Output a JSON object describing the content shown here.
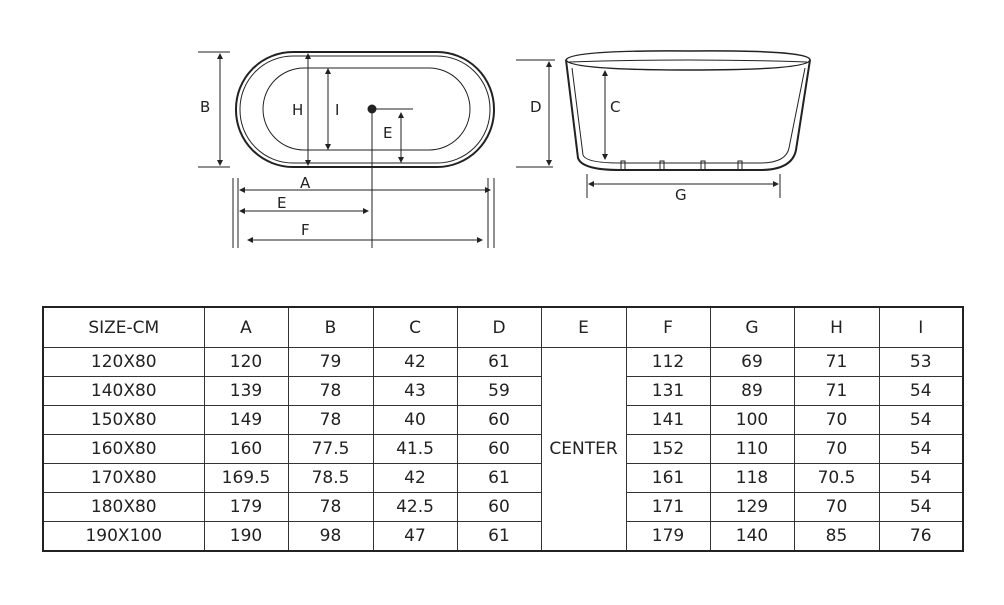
{
  "diagram": {
    "top_view_labels": {
      "B": "B",
      "H": "H",
      "I": "I",
      "E": "E",
      "A": "A",
      "E2": "E",
      "F": "F"
    },
    "side_view_labels": {
      "D": "D",
      "C": "C",
      "G": "G"
    }
  },
  "table": {
    "headers": [
      "SIZE-CM",
      "A",
      "B",
      "C",
      "D",
      "E",
      "F",
      "G",
      "H",
      "I"
    ],
    "e_value": "CENTER",
    "rows": [
      [
        "120X80",
        "120",
        "79",
        "42",
        "61",
        "112",
        "69",
        "71",
        "53"
      ],
      [
        "140X80",
        "139",
        "78",
        "43",
        "59",
        "131",
        "89",
        "71",
        "54"
      ],
      [
        "150X80",
        "149",
        "78",
        "40",
        "60",
        "141",
        "100",
        "70",
        "54"
      ],
      [
        "160X80",
        "160",
        "77.5",
        "41.5",
        "60",
        "152",
        "110",
        "70",
        "54"
      ],
      [
        "170X80",
        "169.5",
        "78.5",
        "42",
        "61",
        "161",
        "118",
        "70.5",
        "54"
      ],
      [
        "180X80",
        "179",
        "78",
        "42.5",
        "60",
        "171",
        "129",
        "70",
        "54"
      ],
      [
        "190X100",
        "190",
        "98",
        "47",
        "61",
        "179",
        "140",
        "85",
        "76"
      ]
    ]
  }
}
